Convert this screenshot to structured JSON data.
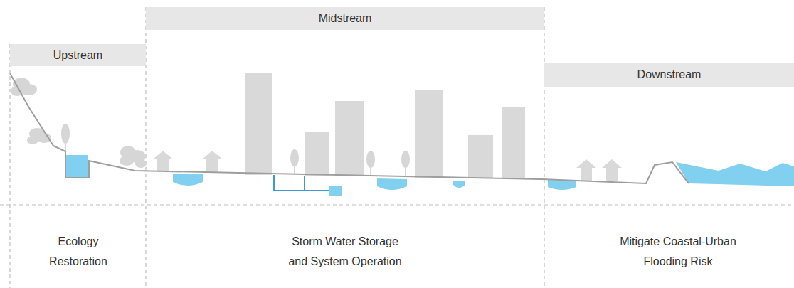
{
  "diagram": {
    "nodes": [
      {
        "text": [
          "Upstream"
        ]
      },
      {
        "text": [
          "Midstream"
        ]
      },
      {
        "text": [
          "Downstream"
        ]
      }
    ],
    "labels": [
      "Ecology Restoration",
      "Storm Water Storage and System Operation",
      "Mitigate Coastal-Urban Flooding Risk"
    ]
  }
}
